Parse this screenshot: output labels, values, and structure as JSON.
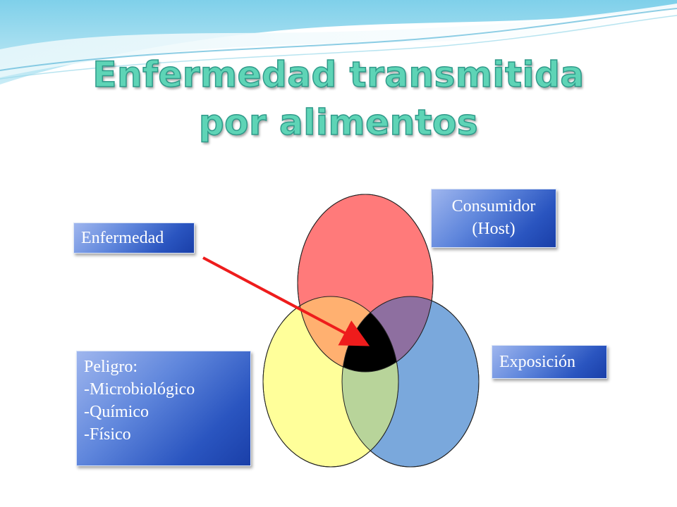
{
  "slide": {
    "title": "Enfermedad transmitida por alimentos"
  },
  "labels": {
    "enfermedad": "Enfermedad",
    "consumidor": [
      "Consumidor",
      "(Host)"
    ],
    "exposicion": "Exposición",
    "peligro": [
      "Peligro:",
      "-Microbiológico",
      "-Químico",
      "-Físico"
    ]
  },
  "diagram": {
    "circle_colors": {
      "consumidor": "#ff7a7a",
      "exposicion": "#7aa8dc",
      "peligro": "#ffff9a",
      "center": "#000000"
    },
    "arrow_color": "#ee1c1c"
  }
}
